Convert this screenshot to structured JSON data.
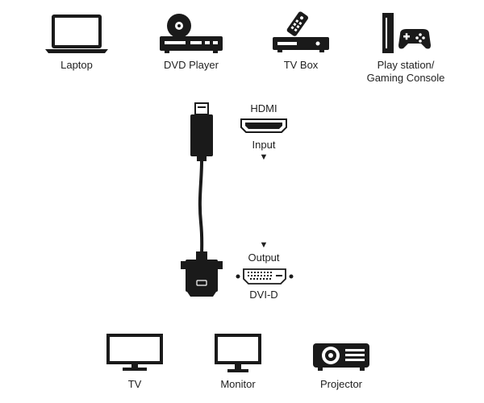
{
  "colors": {
    "ink": "#1a1a1a",
    "label": "#222222",
    "background": "#ffffff"
  },
  "sources": [
    {
      "label": "Laptop",
      "icon": "laptop-icon"
    },
    {
      "label": "DVD Player",
      "icon": "dvd-player-icon"
    },
    {
      "label": "TV Box",
      "icon": "tv-box-icon"
    },
    {
      "label": "Play station/\nGaming Console",
      "icon": "gaming-console-icon"
    }
  ],
  "cable": {
    "input_connector": "HDMI",
    "input_label": "Input",
    "output_label": "Output",
    "output_connector": "DVI-D",
    "arrow_glyph": "▼"
  },
  "displays": [
    {
      "label": "TV",
      "icon": "tv-icon"
    },
    {
      "label": "Monitor",
      "icon": "monitor-icon"
    },
    {
      "label": "Projector",
      "icon": "projector-icon"
    }
  ]
}
